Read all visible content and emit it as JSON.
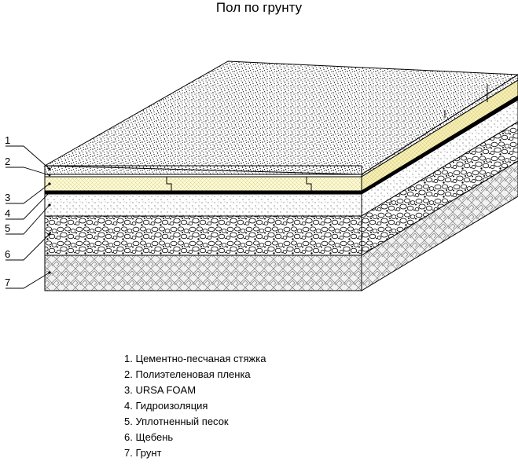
{
  "title": "Пол по грунту",
  "callouts": [
    "1",
    "2",
    "3",
    "4",
    "5",
    "6",
    "7"
  ],
  "legend": [
    "1. Цементно-песчаная стяжка",
    "2. Полиэтеленовая пленка",
    "3. URSA FOAM",
    "4. Гидроизоляция",
    "5. Уплотненный песок",
    "6. Щебень",
    "7. Грунт"
  ],
  "colors": {
    "line": "#000000",
    "insulation": "#fffbd2",
    "insulation_side": "#f6efb0",
    "background": "#ffffff"
  }
}
